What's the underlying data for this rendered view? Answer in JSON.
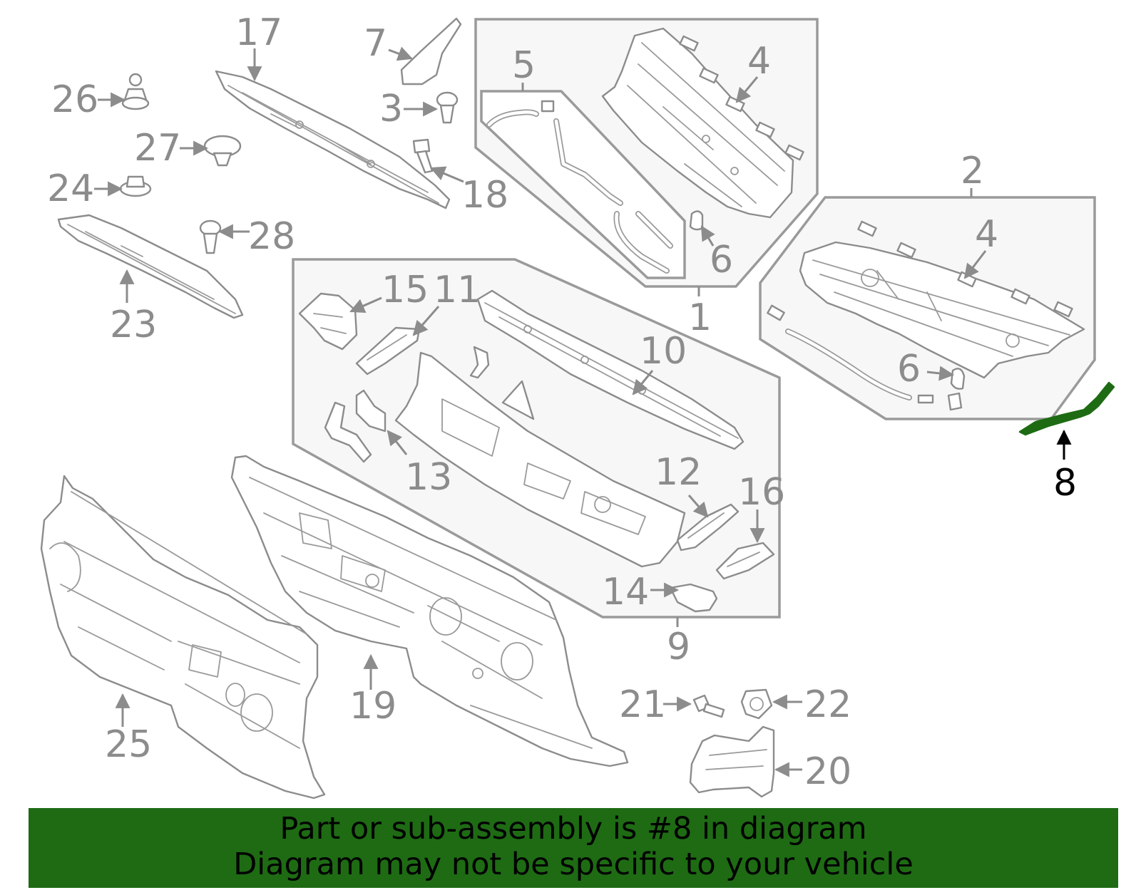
{
  "callouts": {
    "c1": "1",
    "c2": "2",
    "c3": "3",
    "c4a": "4",
    "c4b": "4",
    "c5": "5",
    "c6a": "6",
    "c6b": "6",
    "c7": "7",
    "c8": "8",
    "c9": "9",
    "c10": "10",
    "c11": "11",
    "c12": "12",
    "c13": "13",
    "c14": "14",
    "c15": "15",
    "c16": "16",
    "c17": "17",
    "c18": "18",
    "c19": "19",
    "c20": "20",
    "c21": "21",
    "c22": "22",
    "c23": "23",
    "c24": "24",
    "c25": "25",
    "c26": "26",
    "c27": "27",
    "c28": "28"
  },
  "highlighted_part": "8",
  "banner": {
    "line1": "Part or sub-assembly is #8 in diagram",
    "line2": "Diagram may not be specific to your vehicle"
  },
  "colors": {
    "highlight": "#1e6b14",
    "line": "#8c8c8c",
    "group_fill": "#f7f7f7"
  }
}
